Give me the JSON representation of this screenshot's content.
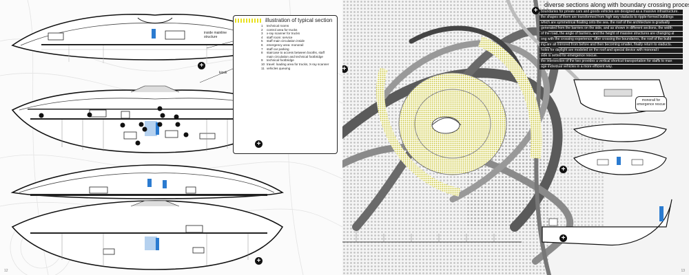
{
  "legend": {
    "title": "illustration of typical section",
    "items": [
      {
        "n": "1",
        "text": "technical rooms"
      },
      {
        "n": "2",
        "text": "control area for trucks"
      },
      {
        "n": "3",
        "text": "x-ray scanner for trucks"
      },
      {
        "n": "4",
        "text": "staff room: service"
      },
      {
        "n": "5",
        "text": "staff main circulation inside"
      },
      {
        "n": "6",
        "text": "emergency area: monorail"
      },
      {
        "n": "7",
        "text": "staff car parking"
      },
      {
        "n": "8",
        "text": "staircase to access between booths, staff"
      },
      {
        "n": "",
        "text": "main circulation and technical footbridge"
      },
      {
        "n": "9",
        "text": "technical footbridge"
      },
      {
        "n": "10",
        "text": "travel: loading area for trucks, X-ray scanner"
      },
      {
        "n": "11",
        "text": "vehicles queuing"
      }
    ],
    "label_structure": "inside mainline\nstructure",
    "label_kiosk": "kiosk"
  },
  "heading": "diverse sections along with boundary crossing process",
  "body_lines": [
    "boundaries for private cars and goods vehicles are designed as a massive infrastructure.",
    "the shapes of them are transformed from high way viaducts to ripple-formed buildings",
    "which are symmetrical floating onto the sea. the roof of the architecture is gradually",
    "generated from the barriers on the side, and as shown in different sections, the width",
    "of the road, the angle of barriers, and the height of massive structures are changing al",
    "ong with the crossing experience. after crossing the boundaries, the roof of the build",
    "ing are all mirrored from before and then becoming smaller, finally return to viaducts.",
    "holes for daylight are modeled on the roof and special device with monorail i",
    "side is setted for emergence rescue.",
    "the intersection of the two provides a vertical shortcut transportation for staffs to man",
    "age individual vehicles in a more efficient way."
  ],
  "callout": "monorail for emergence rescue",
  "page_left": "12",
  "page_right": "13",
  "colors": {
    "accent": "#e6df2a",
    "dark": "#1b1b1b"
  }
}
